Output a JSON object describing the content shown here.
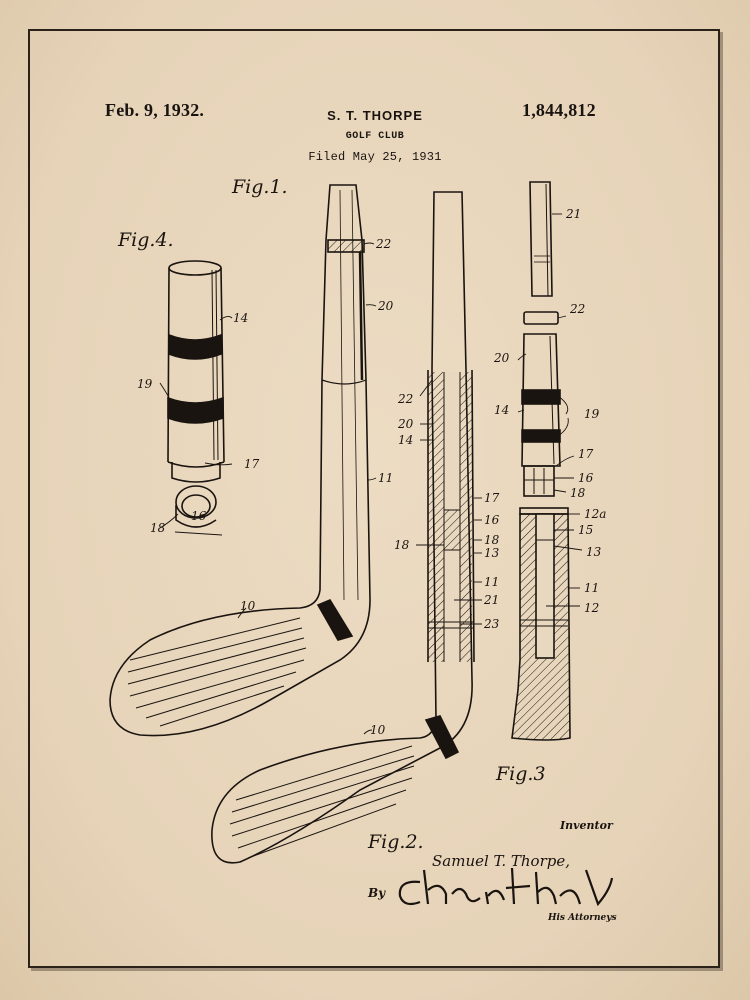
{
  "patent": {
    "date": "Feb. 9, 1932.",
    "inventor": "S. T. THORPE",
    "title": "GOLF CLUB",
    "filed": "Filed May 25, 1931",
    "number": "1,844,812"
  },
  "figures": {
    "fig1": "Fig.1.",
    "fig2": "Fig.2.",
    "fig3": "Fig.3",
    "fig4": "Fig.4."
  },
  "fig4_refs": [
    "14",
    "19",
    "17",
    "16",
    "18"
  ],
  "fig1_refs": [
    "22",
    "20",
    "11",
    "10"
  ],
  "fig2_refs": [
    "22",
    "20",
    "14",
    "17",
    "16",
    "18",
    "18",
    "13",
    "11",
    "21",
    "23",
    "10"
  ],
  "fig3_refs": [
    "21",
    "22",
    "20",
    "14",
    "19",
    "17",
    "16",
    "18",
    "12a",
    "15",
    "13",
    "11",
    "12"
  ],
  "signature": {
    "inventor_caption": "Inventor",
    "inventor_name": "Samuel T. Thorpe,",
    "by": "By",
    "attorneys": "His Attorneys"
  },
  "colors": {
    "paper": "#e8d8bf",
    "ink": "#1a1410"
  }
}
